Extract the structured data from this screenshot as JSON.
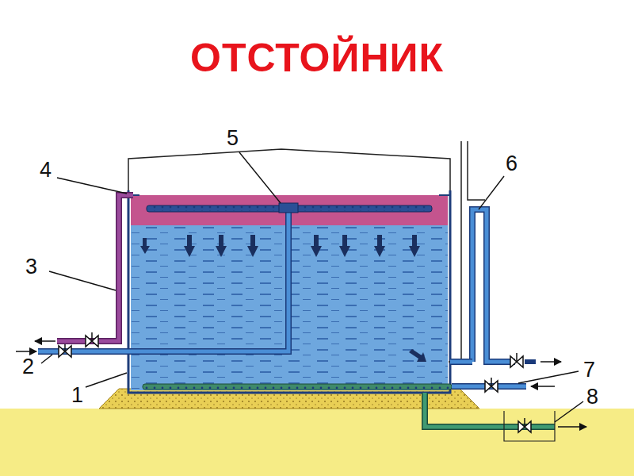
{
  "diagram": {
    "title": "ОТСТОЙНИК",
    "labels": [
      "5",
      "4",
      "6",
      "3",
      "2",
      "7",
      "1",
      "8"
    ]
  }
}
